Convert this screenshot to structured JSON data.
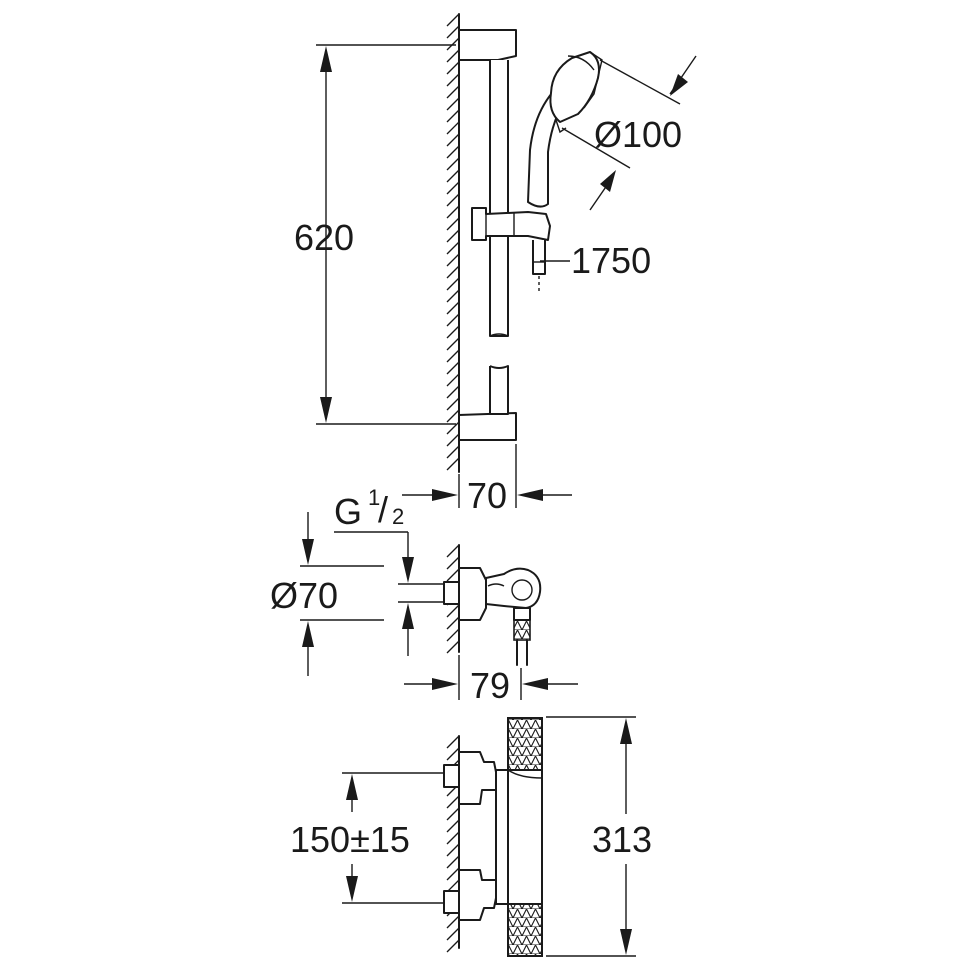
{
  "dimensions": {
    "rail_height": "620",
    "handshower_diameter": "Ø100",
    "hose_length": "1750",
    "wall_projection_rail": "70",
    "thread_prefix": "G",
    "thread_numerator": "1",
    "thread_slash": "/",
    "thread_denominator": "2",
    "escutcheon_diameter": "Ø70",
    "wall_projection_mixer": "79",
    "inlet_spacing": "150±15",
    "mixer_length": "313"
  },
  "colors": {
    "line": "#1a1a1a",
    "background": "#ffffff"
  }
}
